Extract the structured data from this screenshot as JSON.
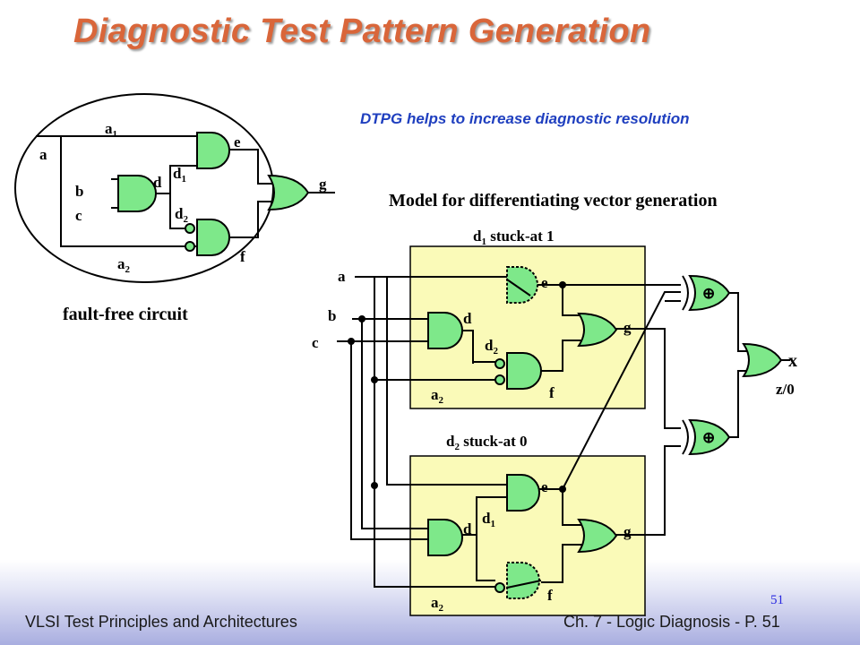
{
  "title": "Diagnostic Test Pattern Generation",
  "subtitle": "DTPG helps to increase diagnostic resolution",
  "footer": {
    "left": "VLSI Test Principles and Architectures",
    "right": "Ch. 7 - Logic Diagnosis  - P. 51",
    "page_number": "51"
  },
  "fault_free": {
    "caption": "fault-free circuit",
    "labels": {
      "a": "a",
      "a1": "a",
      "a1_sub": "1",
      "a2": "a",
      "a2_sub": "2",
      "b": "b",
      "c": "c",
      "d": "d",
      "d1": "d",
      "d1_sub": "1",
      "d2": "d",
      "d2_sub": "2",
      "e": "e",
      "f": "f",
      "g": "g"
    }
  },
  "model": {
    "heading": "Model for differentiating vector generation",
    "top_fault": {
      "name": "d",
      "sub": "1",
      "rest": " stuck-at 1"
    },
    "bottom_fault": {
      "name": "d",
      "sub": "2",
      "rest": " stuck-at 0"
    },
    "inputs": {
      "a": "a",
      "b": "b",
      "c": "c"
    },
    "labels": {
      "d": "d",
      "e": "e",
      "f": "f",
      "g": "g",
      "d1": "d",
      "d1_sub": "1",
      "d2": "d",
      "d2_sub": "2",
      "a2": "a",
      "a2_sub": "2"
    },
    "xor_symbol": "⊕",
    "output_mark": "x",
    "output_label": "z/0"
  },
  "colors": {
    "title": "#d9663a",
    "subtitle": "#1f3fbf",
    "gate_fill": "#7ee88a",
    "box_fill": "#fafab8",
    "page_number": "#2a2ae0"
  }
}
